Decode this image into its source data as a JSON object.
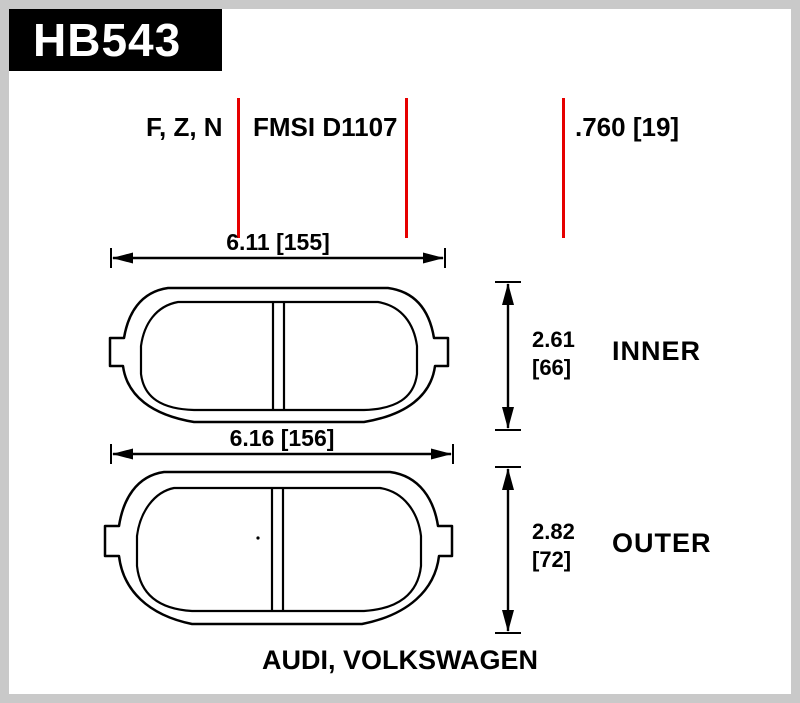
{
  "colors": {
    "accent_red": "#e60000",
    "banner_bg": "#000000",
    "banner_text": "#ffffff",
    "frame_gray": "#c9c9c9",
    "line_black": "#000000"
  },
  "header": {
    "part_number": "HB543"
  },
  "specs": {
    "compounds": "F, Z, N",
    "fmsi": "FMSI D1107",
    "pad_thickness": ".760 [19]"
  },
  "inner_pad": {
    "width_dim": "6.11 [155]",
    "height_in": "2.61",
    "height_mm": "[66]",
    "label": "INNER"
  },
  "outer_pad": {
    "width_dim": "6.16 [156]",
    "height_in": "2.82",
    "height_mm": "[72]",
    "label": "OUTER"
  },
  "application": "AUDI, VOLKSWAGEN"
}
